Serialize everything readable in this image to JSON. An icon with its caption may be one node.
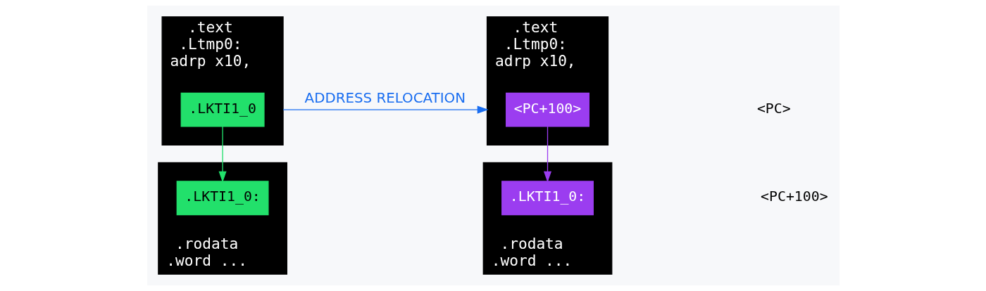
{
  "diagram": {
    "nodes": [
      {
        "text": [
          ".text",
          ".Ltmp0:",
          "adrp x10,"
        ]
      },
      {
        "text": [
          ".LKTI1_0"
        ],
        "in": 0
      },
      {
        "text": [
          ".rodata",
          ".word ..."
        ]
      },
      {
        "text": [
          ".LKTI1_0:"
        ],
        "in": 2
      },
      {
        "text": [
          ".text",
          ".Ltmp0:",
          "adrp x10,"
        ]
      },
      {
        "text": [
          "<PC+100>"
        ],
        "in": 4
      },
      {
        "text": [
          ".rodata",
          ".word ..."
        ]
      },
      {
        "text": [
          ".LKTI1_0:"
        ],
        "in": 6
      }
    ],
    "edges": [
      {
        "from": 1,
        "to": 3,
        "arrow": "to",
        "color": "#22e06b"
      },
      {
        "from": 0,
        "to": 4,
        "arrow": "to",
        "label": "ADDRESS RELOCATION",
        "color": "#1a6ef0"
      },
      {
        "from": 5,
        "to": 7,
        "arrow": "to",
        "color": "#9b3df0"
      }
    ],
    "labels": [
      "<PC>",
      "<PC+100>"
    ]
  }
}
